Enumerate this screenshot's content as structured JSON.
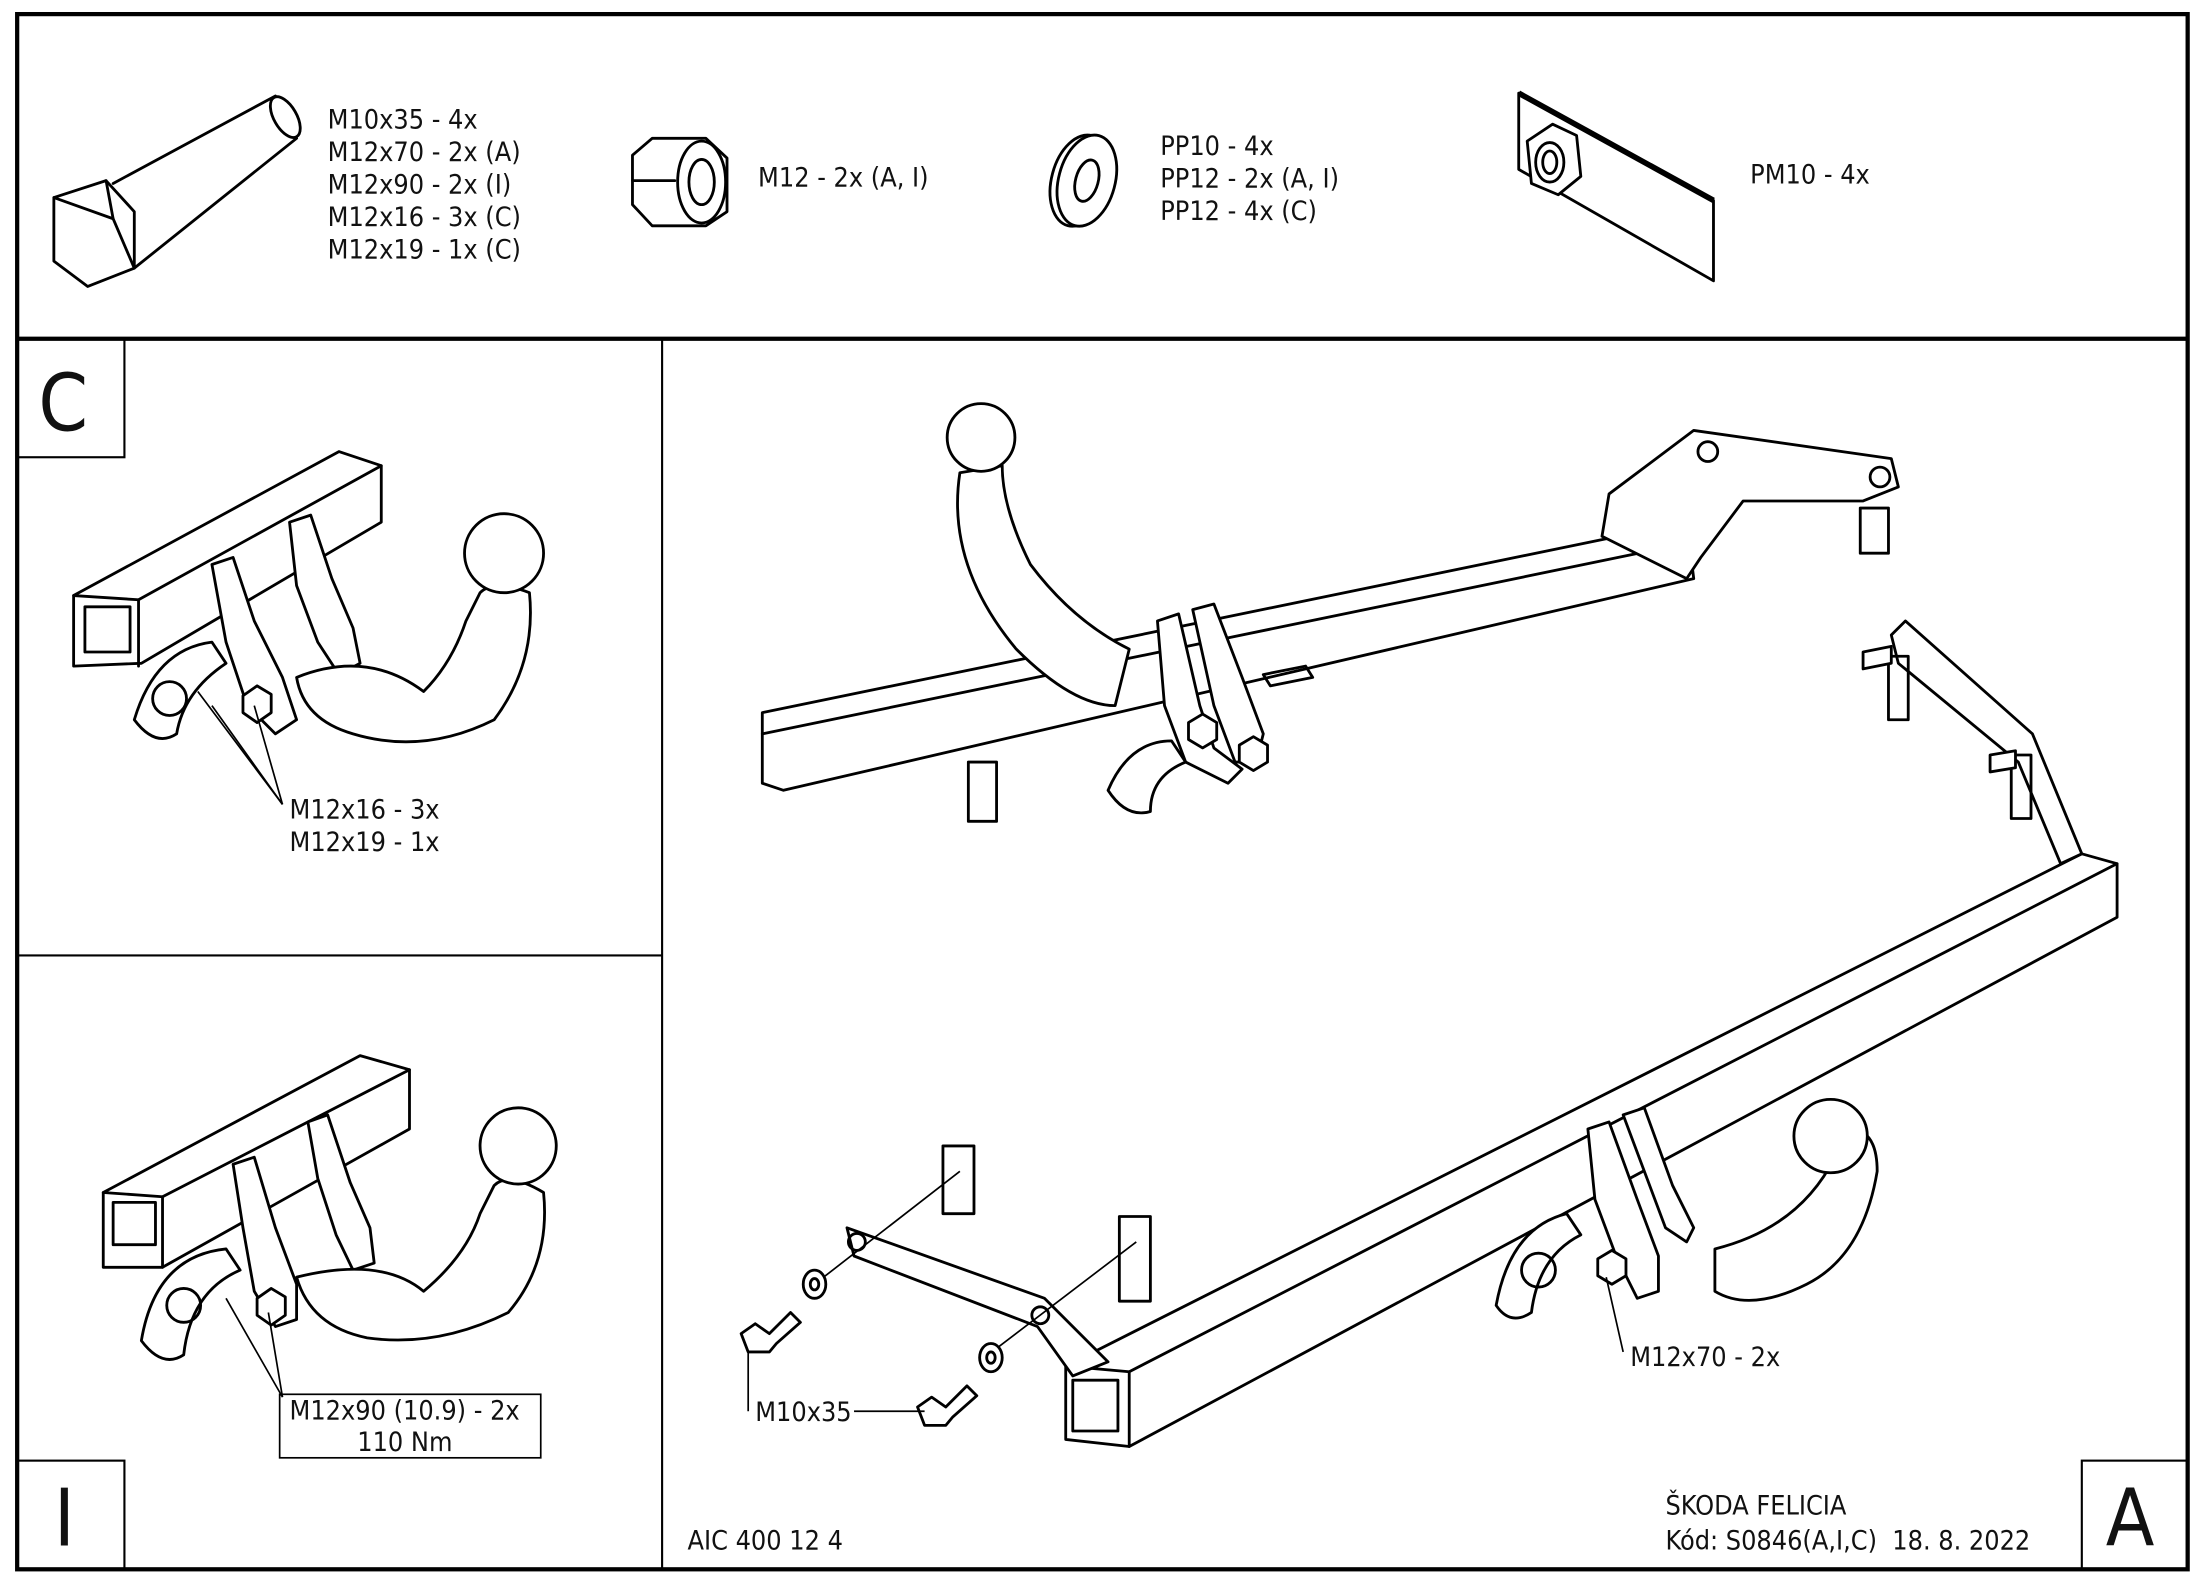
{
  "parts": {
    "bolts": [
      "M10x35 - 4x",
      "M12x70 - 2x (A)",
      "M12x90 - 2x (I)",
      "M12x16 - 3x (C)",
      "M12x19 - 1x (C)"
    ],
    "nut": "M12 - 2x (A, I)",
    "washers": [
      "PP10 - 4x",
      "PP12 - 2x (A, I)",
      "PP12 - 4x (C)"
    ],
    "plate_nut": "PM10 - 4x"
  },
  "panel_c": {
    "letter": "C",
    "labels": [
      "M12x16 - 3x",
      "M12x19 - 1x"
    ]
  },
  "panel_i": {
    "letter": "I",
    "labels": [
      "M12x90 (10.9) - 2x",
      "110 Nm"
    ]
  },
  "panel_a": {
    "letter": "A",
    "label_bolt_main": "M12x70 - 2x",
    "label_bolt_side": "M10x35"
  },
  "footer": {
    "product_code": "AIC 400 12 4",
    "vehicle": "ŠKODA FELICIA",
    "code_date": "Kód: S0846(A,I,C)  18. 8. 2022"
  }
}
